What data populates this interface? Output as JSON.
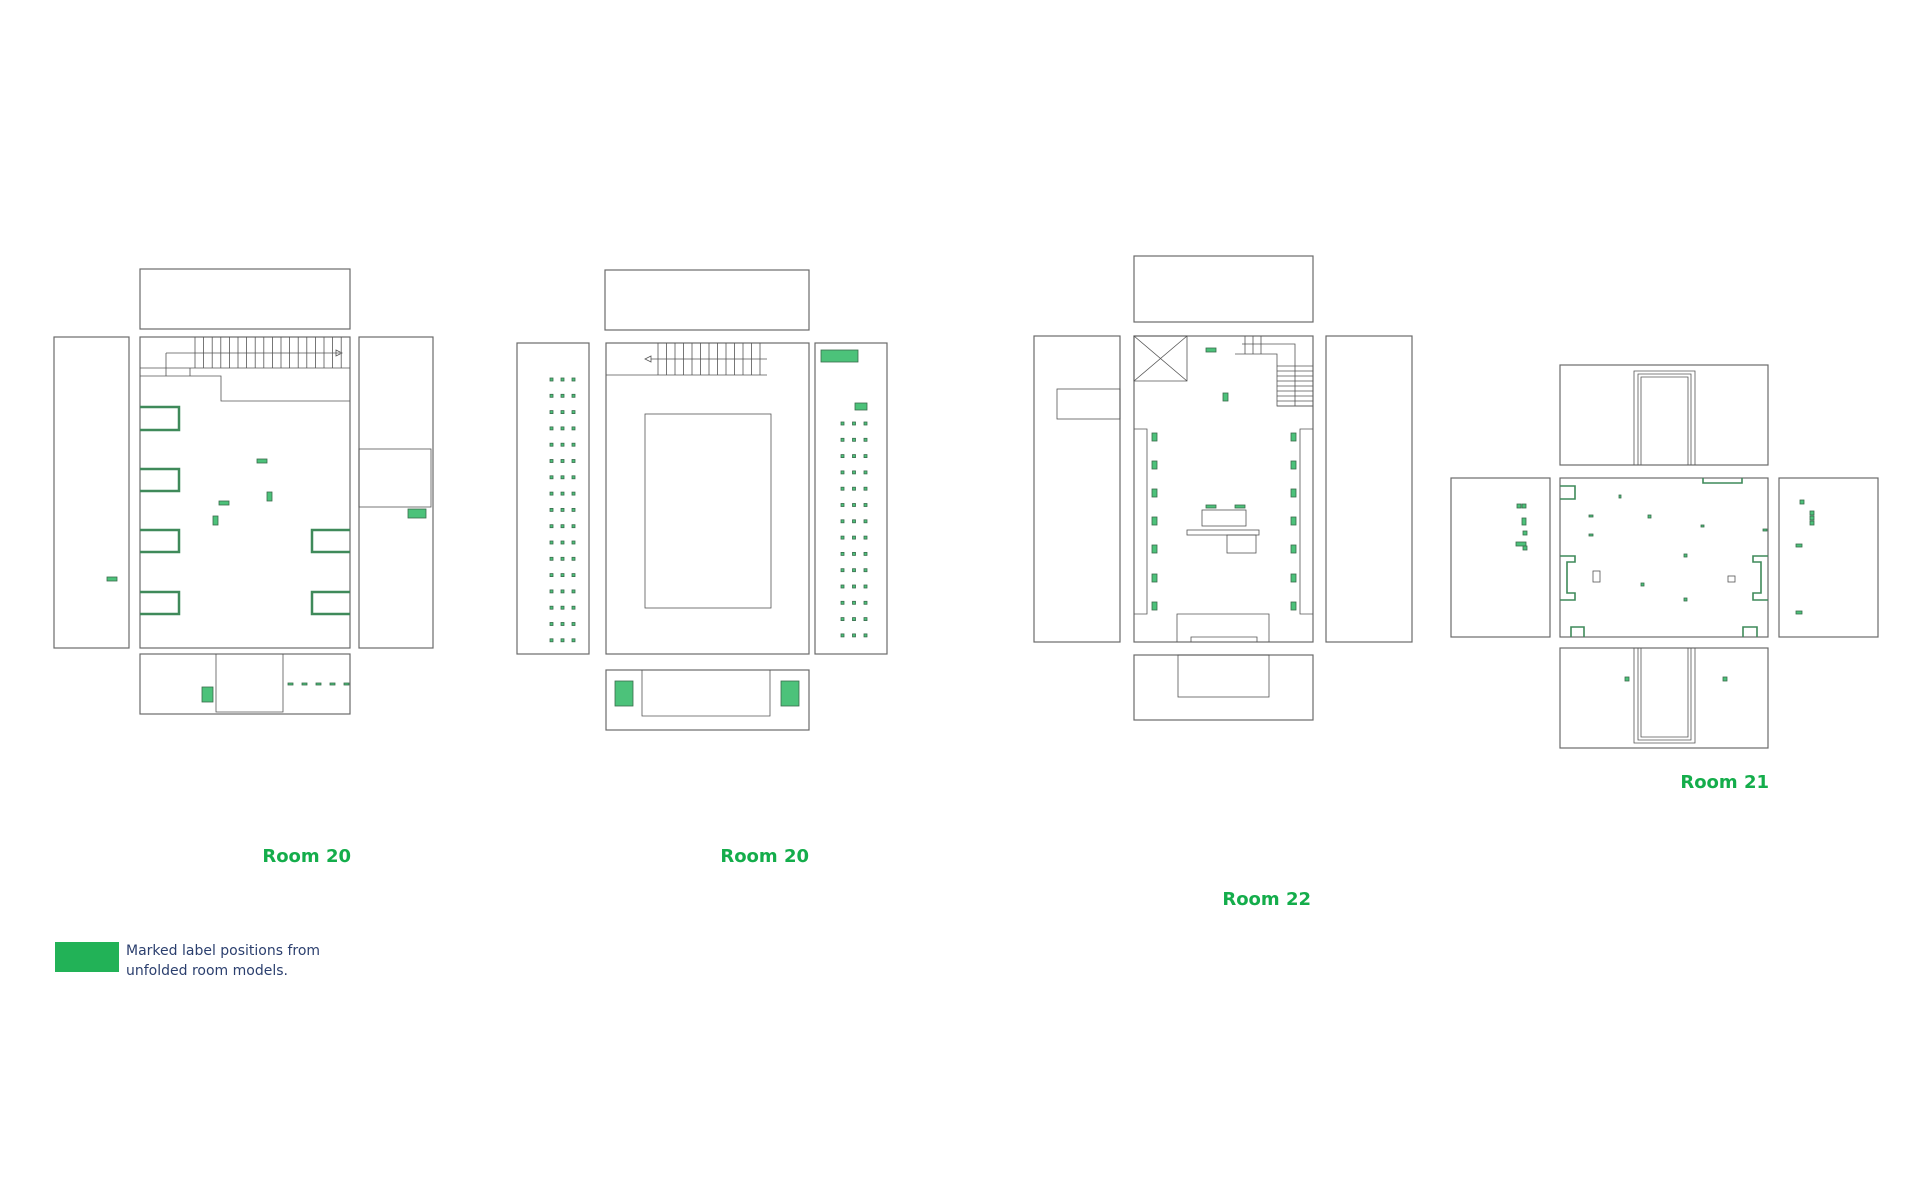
{
  "rooms": [
    {
      "label": "Room 20"
    },
    {
      "label": "Room 20"
    },
    {
      "label": "Room 22"
    },
    {
      "label": "Room 21"
    }
  ],
  "legend": {
    "text": "Marked label positions from unfolded room models.",
    "color": "#22b257"
  },
  "colors": {
    "accent": "#14ad4b",
    "wall": "#6b6b6b"
  }
}
